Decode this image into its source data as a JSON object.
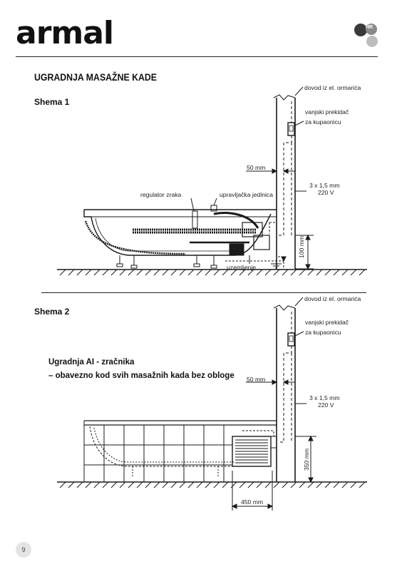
{
  "header": {
    "logo": "armal",
    "registered_mark": "®",
    "language_badge": "HR"
  },
  "section_title": "UGRADNJA MASAŽNE KADE",
  "scheme1": {
    "title": "Shema 1",
    "labels": {
      "supply": "dovod iz el. ormarića",
      "switch_line1": "vanjski prekidač",
      "switch_line2": "za kupaonicu",
      "distance": "50 mm",
      "cable_line1": "3 x 1,5 mm",
      "cable_line2": "220 V",
      "air_regulator": "regulator zraka",
      "control_unit": "upravljačka jedinica",
      "grounding": "uzemljenje",
      "height": "100 mm"
    }
  },
  "scheme2": {
    "title": "Shema 2",
    "note_line1": "Ugradnja AI - zračnika",
    "note_line2": "– obavezno kod svih masažnih kada bez obloge",
    "labels": {
      "supply": "dovod iz el. ormarića",
      "switch_line1": "vanjski prekidač",
      "switch_line2": "za kupaonicu",
      "distance": "50 mm",
      "cable_line1": "3 x 1,5 mm",
      "cable_line2": "220 V",
      "height": "350 mm",
      "width": "450 mm"
    }
  },
  "footer": {
    "page_number": "9"
  },
  "colors": {
    "ink": "#1a1a1a",
    "badge_dark": "#3a3a3a",
    "badge_light": "#bdbdbd",
    "page_circle": "#e4e4e4"
  }
}
